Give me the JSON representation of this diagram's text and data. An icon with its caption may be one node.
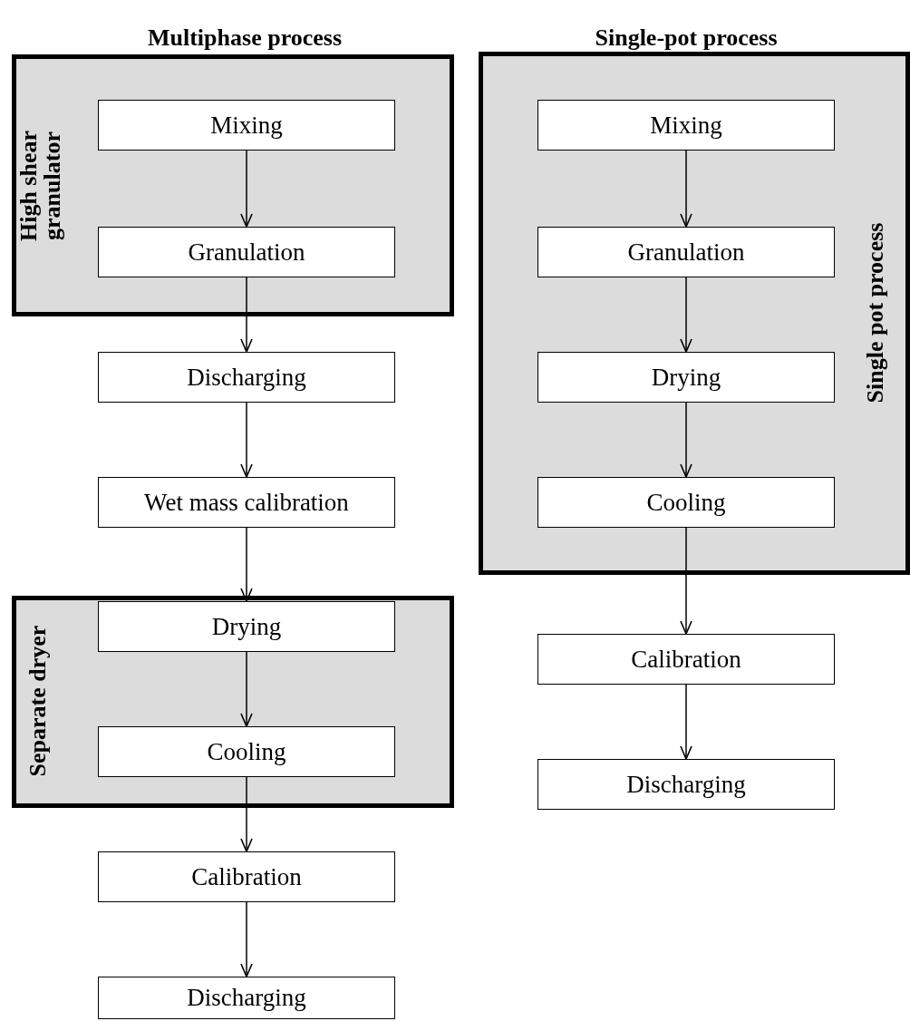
{
  "diagram": {
    "nodes": [
      {
        "text": [
          "High shear granulator"
        ]
      },
      {
        "text": [
          "Mixing"
        ],
        "in": 0
      },
      {
        "text": [
          "Granulation"
        ],
        "in": 0
      },
      {
        "text": [
          "Discharging"
        ]
      },
      {
        "text": [
          "Wet mass calibration"
        ]
      },
      {
        "text": [
          "Separate dryer"
        ]
      },
      {
        "text": [
          "Drying"
        ],
        "in": 5
      },
      {
        "text": [
          "Cooling"
        ],
        "in": 5
      },
      {
        "text": [
          "Calibration"
        ]
      },
      {
        "text": [
          "Discharging"
        ]
      },
      {
        "text": [
          "Single pot process"
        ]
      },
      {
        "text": [
          "Mixing"
        ],
        "in": 10
      },
      {
        "text": [
          "Granulation"
        ],
        "in": 10
      },
      {
        "text": [
          "Drying"
        ],
        "in": 10
      },
      {
        "text": [
          "Cooling"
        ],
        "in": 10
      },
      {
        "text": [
          "Calibration"
        ]
      },
      {
        "text": [
          "Discharging"
        ]
      }
    ],
    "edges": [
      {
        "from": 1,
        "to": 2,
        "arrow": "to"
      },
      {
        "from": 2,
        "to": 3,
        "arrow": "to"
      },
      {
        "from": 3,
        "to": 4,
        "arrow": "to"
      },
      {
        "from": 4,
        "to": 6,
        "arrow": "to"
      },
      {
        "from": 6,
        "to": 7,
        "arrow": "to"
      },
      {
        "from": 7,
        "to": 8,
        "arrow": "to"
      },
      {
        "from": 8,
        "to": 9,
        "arrow": "to"
      },
      {
        "from": 11,
        "to": 12,
        "arrow": "to"
      },
      {
        "from": 12,
        "to": 13,
        "arrow": "to"
      },
      {
        "from": 13,
        "to": 14,
        "arrow": "to"
      },
      {
        "from": 14,
        "to": 15,
        "arrow": "to"
      },
      {
        "from": 15,
        "to": 16,
        "arrow": "to"
      }
    ],
    "labels": [
      "Multiphase process",
      "Single-pot process"
    ]
  }
}
